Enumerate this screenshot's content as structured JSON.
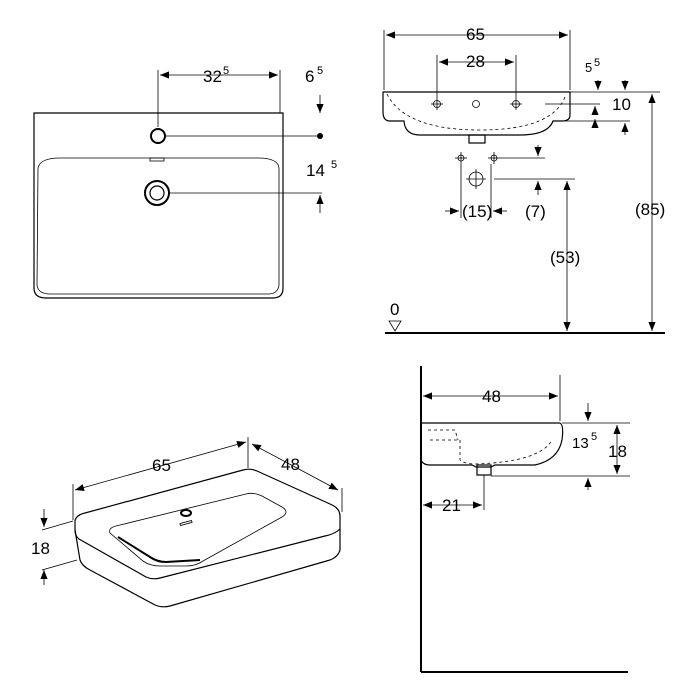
{
  "dims": {
    "top_view": {
      "tap_offset_main": "32",
      "tap_offset_sup": "5",
      "tap_from_top_main": "6",
      "tap_from_top_sup": "5",
      "drain_from_tap_main": "14",
      "drain_from_tap_sup": "5"
    },
    "front_view": {
      "width": "65",
      "tap_spacing": "28",
      "top_offset_main": "5",
      "top_offset_sup": "5",
      "rim_height": "10",
      "waste_spacing": "(15)",
      "waste_drop": "(7)",
      "waste_height": "(53)",
      "rim_from_floor": "(85)",
      "floor_level": "0"
    },
    "iso_view": {
      "width": "65",
      "depth": "48",
      "height": "18"
    },
    "side_view": {
      "depth": "48",
      "bowl_main": "13",
      "bowl_sup": "5",
      "height": "18",
      "waste_from_wall": "21"
    }
  }
}
